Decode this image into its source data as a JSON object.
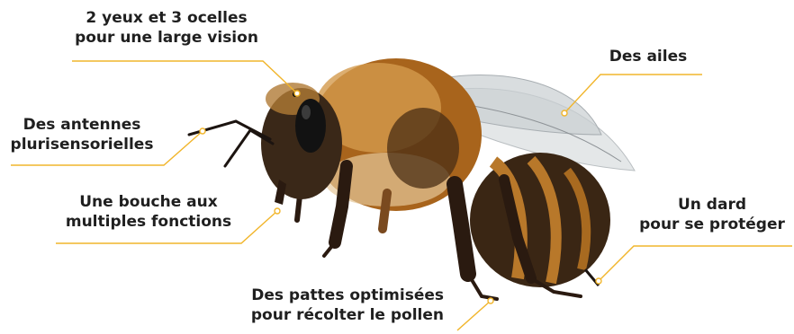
{
  "colors": {
    "leader_line": "#f1b52b",
    "text": "#1f1f1f",
    "bee_dark": "#1c1410",
    "bee_amber": "#b86d1f",
    "bee_fur": "#d9a356",
    "wing": "#cfd3d6"
  },
  "labels": {
    "eyes": {
      "line1": "2 yeux et 3 ocelles",
      "line2": "pour une large vision"
    },
    "antennae": {
      "line1": "Des antennes",
      "line2": "plurisensorielles"
    },
    "mouth": {
      "line1": "Une bouche aux",
      "line2": "multiples fonctions"
    },
    "legs": {
      "line1": "Des pattes optimisées",
      "line2": "pour récolter le pollen"
    },
    "wings": {
      "line1": "Des ailes"
    },
    "sting": {
      "line1": "Un dard",
      "line2": "pour se protéger"
    }
  }
}
